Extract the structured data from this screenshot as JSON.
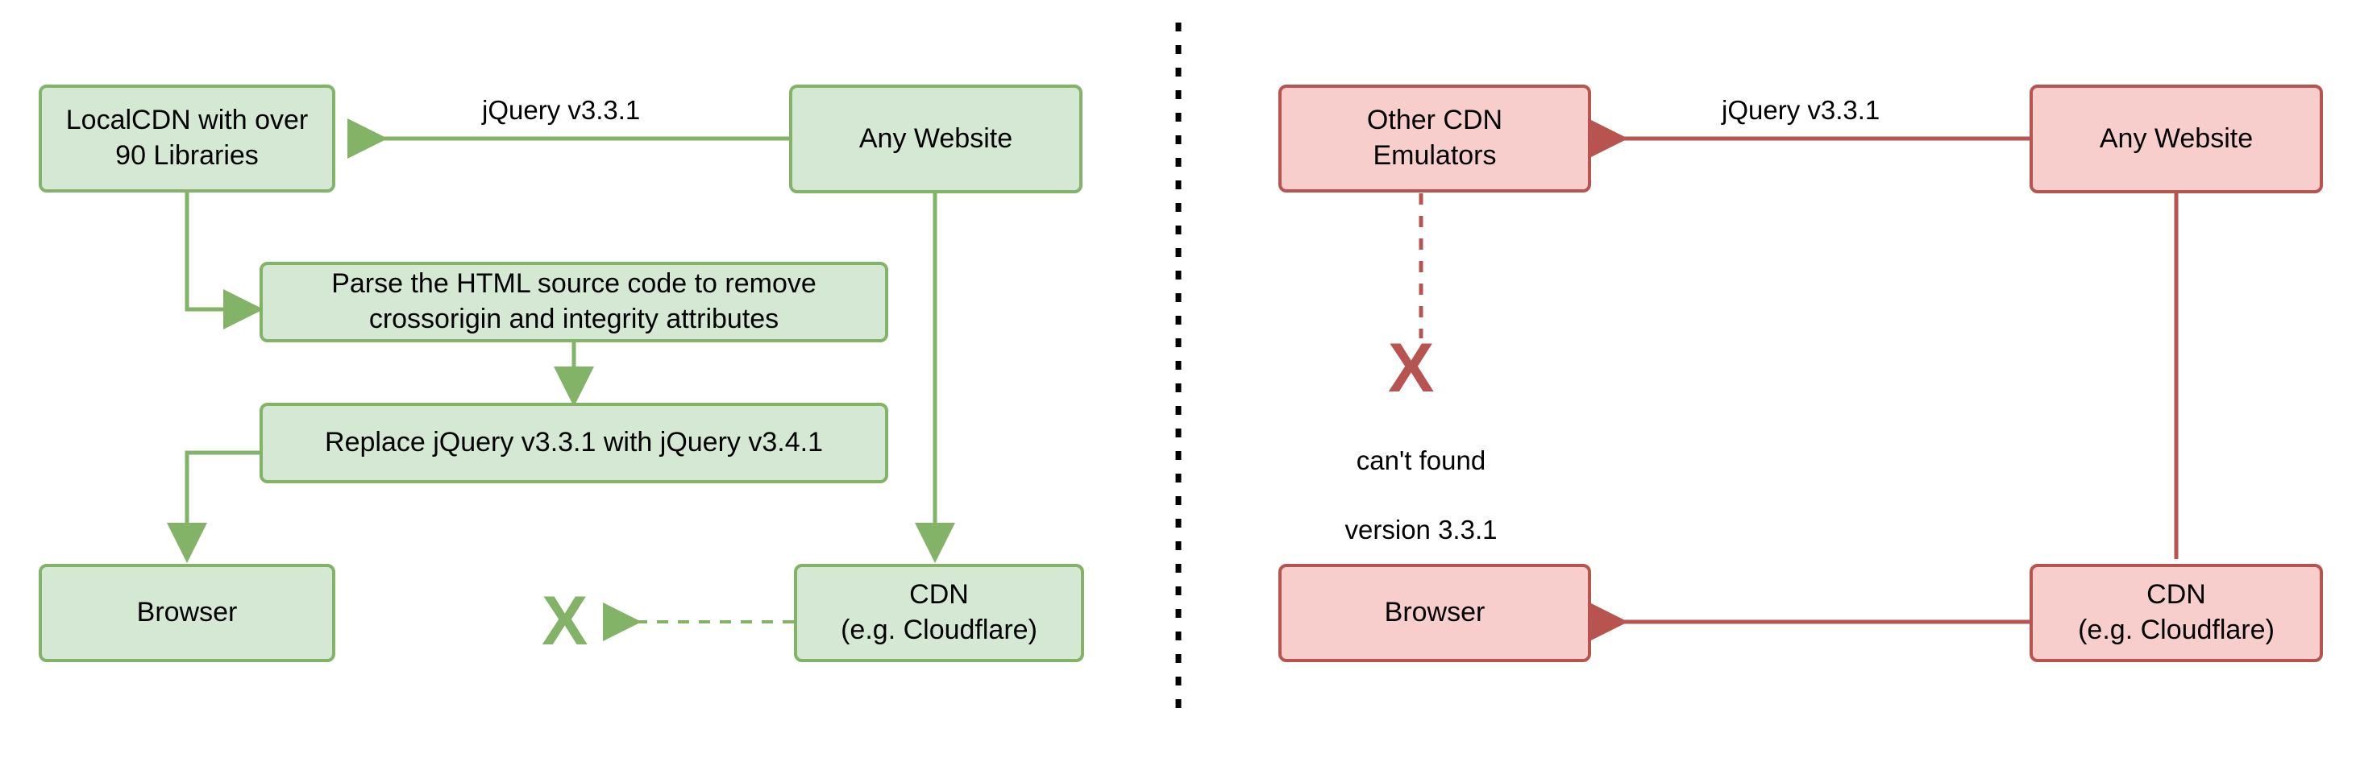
{
  "diagram": {
    "title_visible": false,
    "divider": {
      "name": "panel-divider",
      "style": "dashed-vertical",
      "color": "#000000"
    },
    "colors": {
      "green_fill": "#d5e8d4",
      "green_stroke": "#82b366",
      "red_fill": "#f8cecc",
      "red_stroke": "#b85450",
      "text": "#000000",
      "background": "#ffffff"
    },
    "left_panel": {
      "name": "localcdn-flow",
      "nodes": {
        "localcdn": "LocalCDN with over\n90 Libraries",
        "localcdn_line1": "LocalCDN with over",
        "localcdn_line2": "90 Libraries",
        "any_website": "Any Website",
        "parse": "Parse the HTML source code to remove\ncrossorigin and integrity attributes",
        "parse_line1": "Parse the HTML source code to remove",
        "parse_line2": "crossorigin and integrity attributes",
        "replace": "Replace jQuery v3.3.1 with jQuery v3.4.1",
        "browser": "Browser",
        "cdn_line1": "CDN",
        "cdn_line2": "(e.g. Cloudflare)"
      },
      "edges": {
        "website_to_localcdn_label": "jQuery v3.3.1"
      },
      "blocked_marker": "X"
    },
    "right_panel": {
      "name": "other-cdn-emulators-flow",
      "nodes": {
        "other_cdn_line1": "Other CDN",
        "other_cdn_line2": "Emulators",
        "any_website": "Any Website",
        "browser": "Browser",
        "cdn_line1": "CDN",
        "cdn_line2": "(e.g. Cloudflare)"
      },
      "edges": {
        "website_to_emulators_label": "jQuery v3.3.1"
      },
      "blocked_marker": "X",
      "failure_note_line1": "can't found",
      "failure_note_line2": "version 3.3.1"
    }
  }
}
